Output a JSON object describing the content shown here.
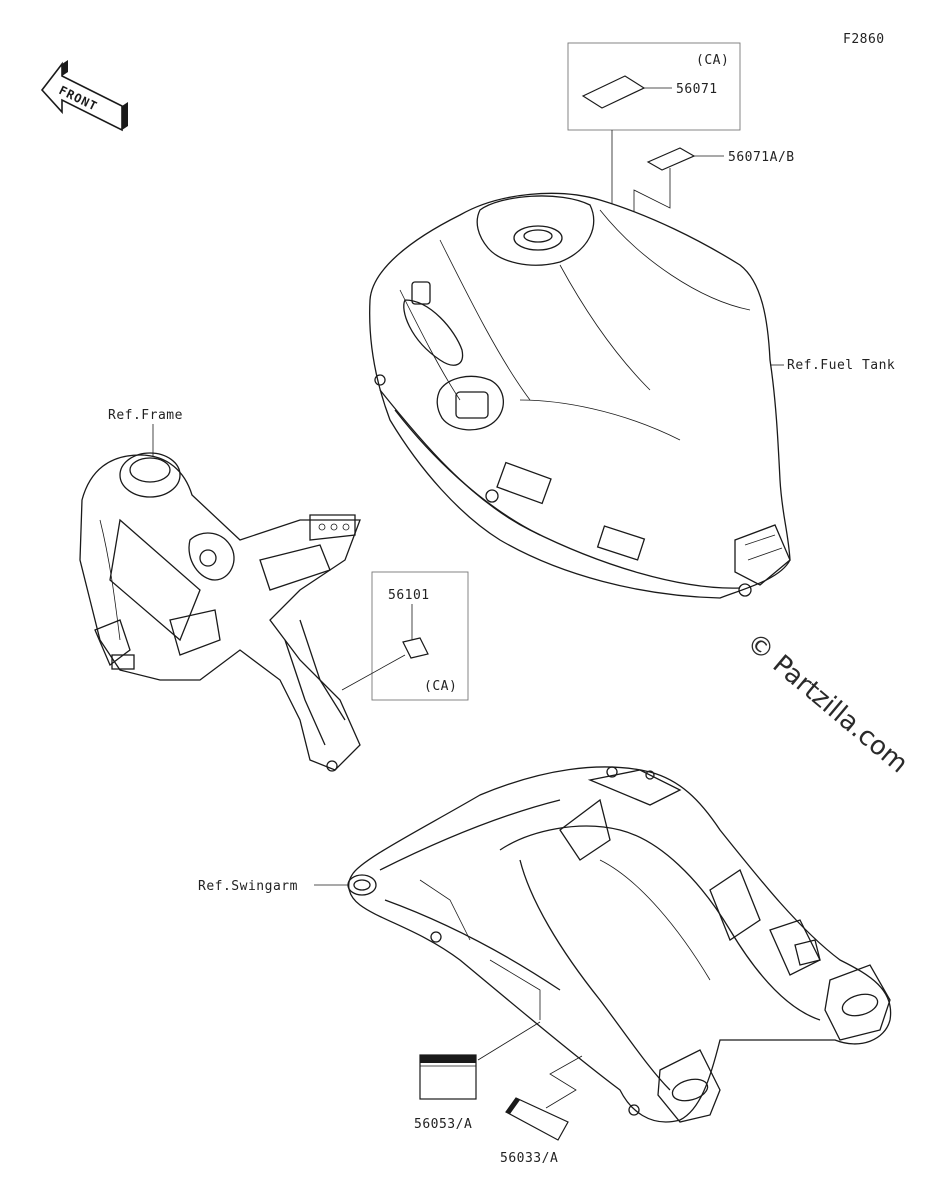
{
  "figure_id": "F2860",
  "direction_arrow": {
    "label": "FRONT",
    "icon": "front-arrow-icon"
  },
  "watermark": "© Partzilla.com",
  "references": {
    "fuel_tank": "Ref.Fuel Tank",
    "frame": "Ref.Frame",
    "swingarm": "Ref.Swingarm"
  },
  "callouts": {
    "inset_top": {
      "region": "(CA)",
      "part": "56071"
    },
    "part_56071ab": "56071A/B",
    "inset_mid": {
      "part": "56101",
      "region": "(CA)"
    },
    "part_56053a": "56053/A",
    "part_56033a": "56033/A"
  }
}
